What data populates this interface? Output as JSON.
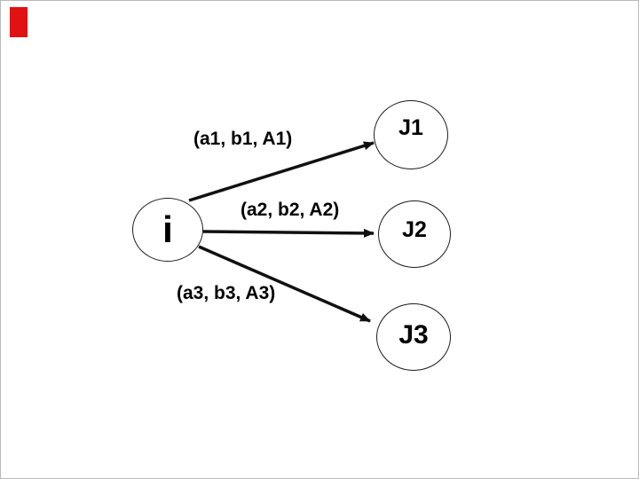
{
  "diagram": {
    "marker_color": "#e01212",
    "line_color": "#111111",
    "source_node": {
      "label": "i"
    },
    "target_nodes": [
      {
        "label": "J1"
      },
      {
        "label": "J2"
      },
      {
        "label": "J3"
      }
    ],
    "edges": [
      {
        "label": "(a1, b1, A1)"
      },
      {
        "label": "(a2, b2, A2)"
      },
      {
        "label": "(a3, b3, A3)"
      }
    ]
  }
}
